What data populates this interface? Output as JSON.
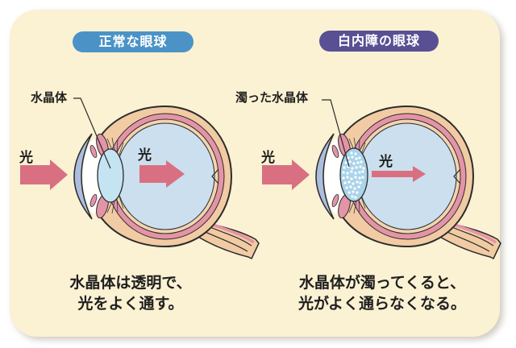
{
  "colors": {
    "card_bg": "#FBF1D3",
    "badge_normal_bg": "#4B93C6",
    "badge_cataract_bg": "#585093",
    "arrow_pink": "#D97082",
    "sclera_tan": "#F1CBA3",
    "choroid_pink": "#E494A7",
    "retina_tan": "#F3D4AF",
    "vitreous_blue": "#CBDFEE",
    "cornea_lavender": "#ACBEDF",
    "lens_clear": "#C4E4F2",
    "lens_cloudy": "#A9D4EA",
    "outline": "#2B2B2B",
    "text": "#1F1F1F"
  },
  "panels": {
    "normal": {
      "badge_label": "正常な眼球",
      "lens_label": "水晶体",
      "light_outer_label": "光",
      "light_inner_label": "光",
      "caption_line1": "水晶体は透明で、",
      "caption_line2": "光をよく通す。"
    },
    "cataract": {
      "badge_label": "白内障の眼球",
      "lens_label": "濁った水晶体",
      "light_outer_label": "光",
      "light_inner_label": "光",
      "caption_line1": "水晶体が濁ってくると、",
      "caption_line2": "光がよく通らなくなる。"
    }
  }
}
